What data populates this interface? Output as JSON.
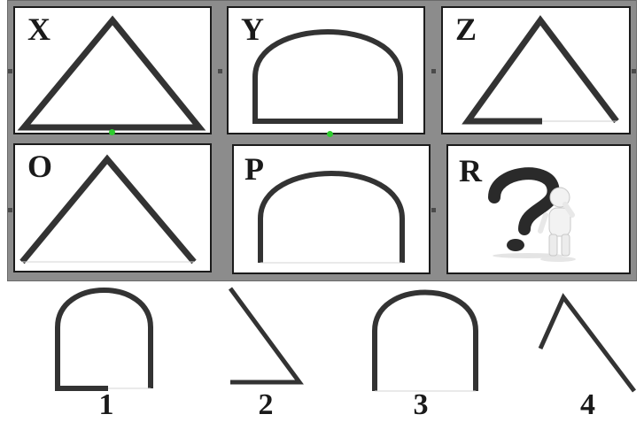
{
  "puzzle": {
    "cells": [
      {
        "letter": "X",
        "shape": "triangle-closed"
      },
      {
        "letter": "Y",
        "shape": "arch-closed"
      },
      {
        "letter": "Z",
        "shape": "triangle-gap-right"
      },
      {
        "letter": "O",
        "shape": "triangle-open-base"
      },
      {
        "letter": "P",
        "shape": "arch-open-base"
      },
      {
        "letter": "R",
        "shape": "question-figure"
      }
    ]
  },
  "options": [
    {
      "label": "1",
      "shape": "arch-gap-right"
    },
    {
      "label": "2",
      "shape": "right-half-triangle"
    },
    {
      "label": "3",
      "shape": "arch-open-base"
    },
    {
      "label": "4",
      "shape": "triangle-no-base"
    }
  ],
  "colors": {
    "stroke": "#333333",
    "frame": "#8c8c8c",
    "selection_handle": "#2ecc2e"
  }
}
